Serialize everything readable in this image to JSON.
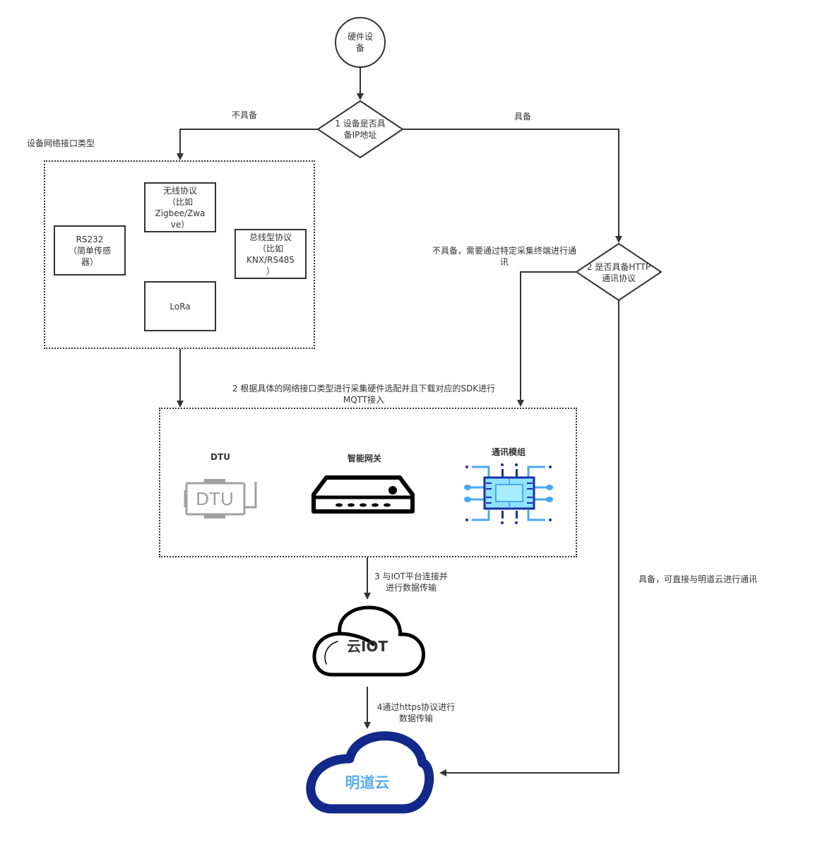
{
  "diagram": {
    "start": {
      "label": "硬件设\n备"
    },
    "decision1": {
      "label": "1 设备是否具\n备IP地址",
      "no_label": "不具备",
      "yes_label": "具备"
    },
    "interface_group": {
      "title": "设备网络接口类型",
      "items": [
        {
          "label": "无线协议\n（比如\nZigbee/Zwa\nve）"
        },
        {
          "label": "RS232\n（简单传感\n器）"
        },
        {
          "label": "总线型协议\n（比如\nKNX/RS485\n）"
        },
        {
          "label": "LoRa"
        }
      ]
    },
    "decision2": {
      "label": "2 是否具备HTTP\n通讯协议",
      "no_label": "不具备，需要通过特定采集终端进行通\n讯",
      "yes_label": "具备，可直接与明道云进行通讯"
    },
    "hardware_group": {
      "title": "2 根据具体的网络接口类型进行采集硬件选配并且下载对应的SDK进行\nMQTT接入",
      "items": [
        {
          "label": "DTU",
          "icon": "dtu-icon",
          "icon_text": "DTU"
        },
        {
          "label": "智能网关",
          "icon": "gateway-icon"
        },
        {
          "label": "通讯模组",
          "icon": "chip-icon"
        }
      ]
    },
    "step3": {
      "label": "3 与IOT平台连接并\n进行数据传输"
    },
    "iot_cloud": {
      "label": "云IOT"
    },
    "step4": {
      "label": "4通过https协议进行\n数据传输"
    },
    "mingdao_cloud": {
      "label": "明道云"
    },
    "colors": {
      "line": "#333333",
      "cloud_blue": "#12288a",
      "cloud_text": "#5aaee8",
      "chip_dark": "#1a2faa",
      "chip_light": "#8fe3ff",
      "chip_mid": "#4aa8f0",
      "dtu_gray": "#a0a0a0"
    }
  }
}
